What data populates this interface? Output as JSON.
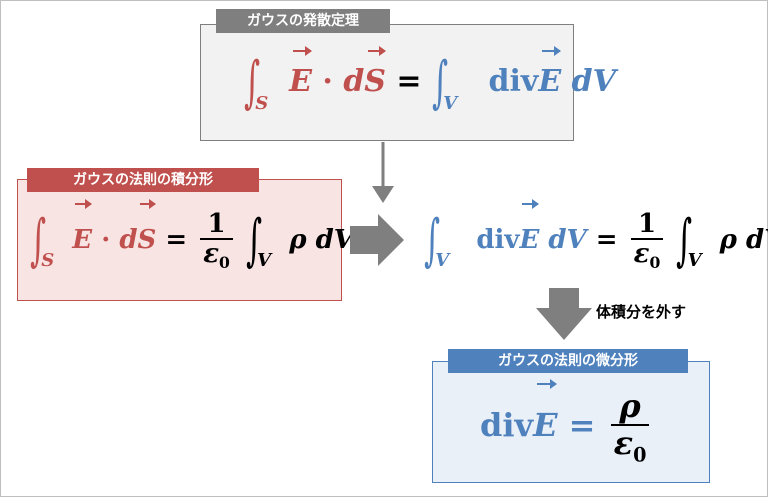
{
  "tags": {
    "gauss": "ガウスの発散定理",
    "integral": "ガウスの法則の積分形",
    "differential": "ガウスの法則の微分形"
  },
  "arrow_label": "体積分を外す",
  "symbols": {
    "integral": "∫",
    "dot": "·",
    "equals": "=",
    "div": "div",
    "E": "E",
    "dS": "dS",
    "dV": "dV",
    "S": "S",
    "V": "V",
    "one": "1",
    "rho": "ρ",
    "epsilon": "ε",
    "zero": "0"
  },
  "colors": {
    "gray": "#7f7f7f",
    "red": "#c0504d",
    "blue": "#4f81bd",
    "arrow": "#7f7f7f"
  }
}
